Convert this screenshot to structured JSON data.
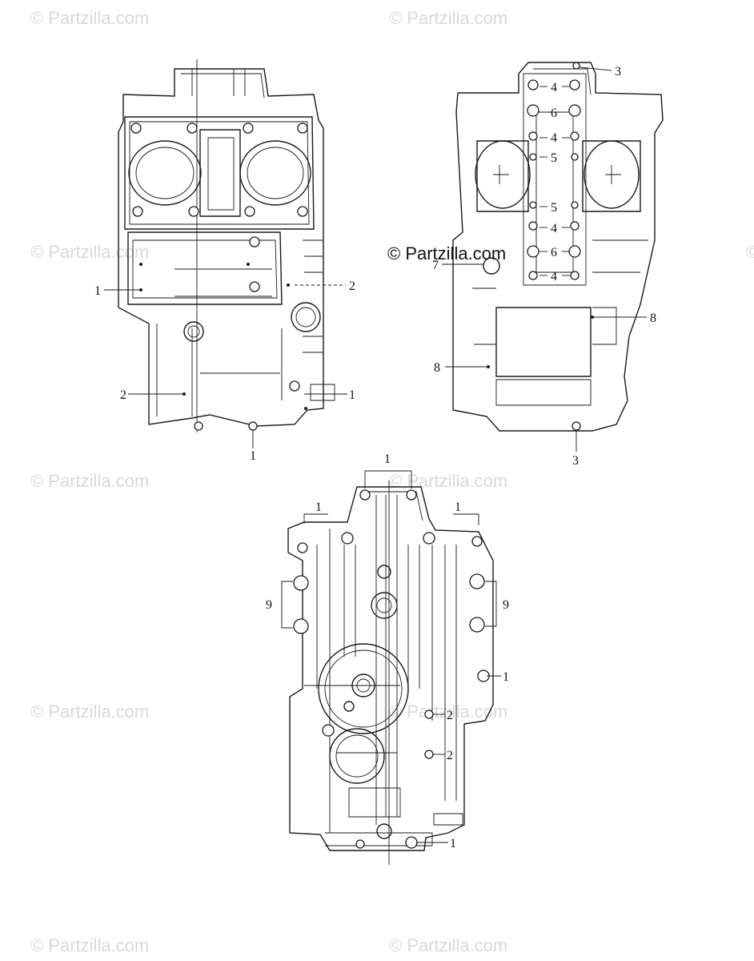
{
  "watermarks": [
    "© Partzilla.com",
    "© Partzilla.com",
    "© Partzilla.com",
    "© Partzilla.com",
    "© Partzilla.com",
    "© Partzilla.com",
    "© Partzilla.com",
    "© Partzilla.com",
    "© Partzilla.com",
    "© Partzilla.com"
  ],
  "center_watermark": "© Partzilla.com",
  "views": {
    "upper_left": {
      "callouts": [
        "1",
        "2",
        "2",
        "1",
        "1"
      ]
    },
    "upper_right": {
      "callouts": [
        "3",
        "4",
        "6",
        "4",
        "5",
        "5",
        "4",
        "6",
        "4",
        "7",
        "8",
        "8",
        "3"
      ]
    },
    "lower": {
      "callouts": [
        "1",
        "1",
        "1",
        "9",
        "9",
        "1",
        "2",
        "2",
        "1"
      ]
    }
  }
}
